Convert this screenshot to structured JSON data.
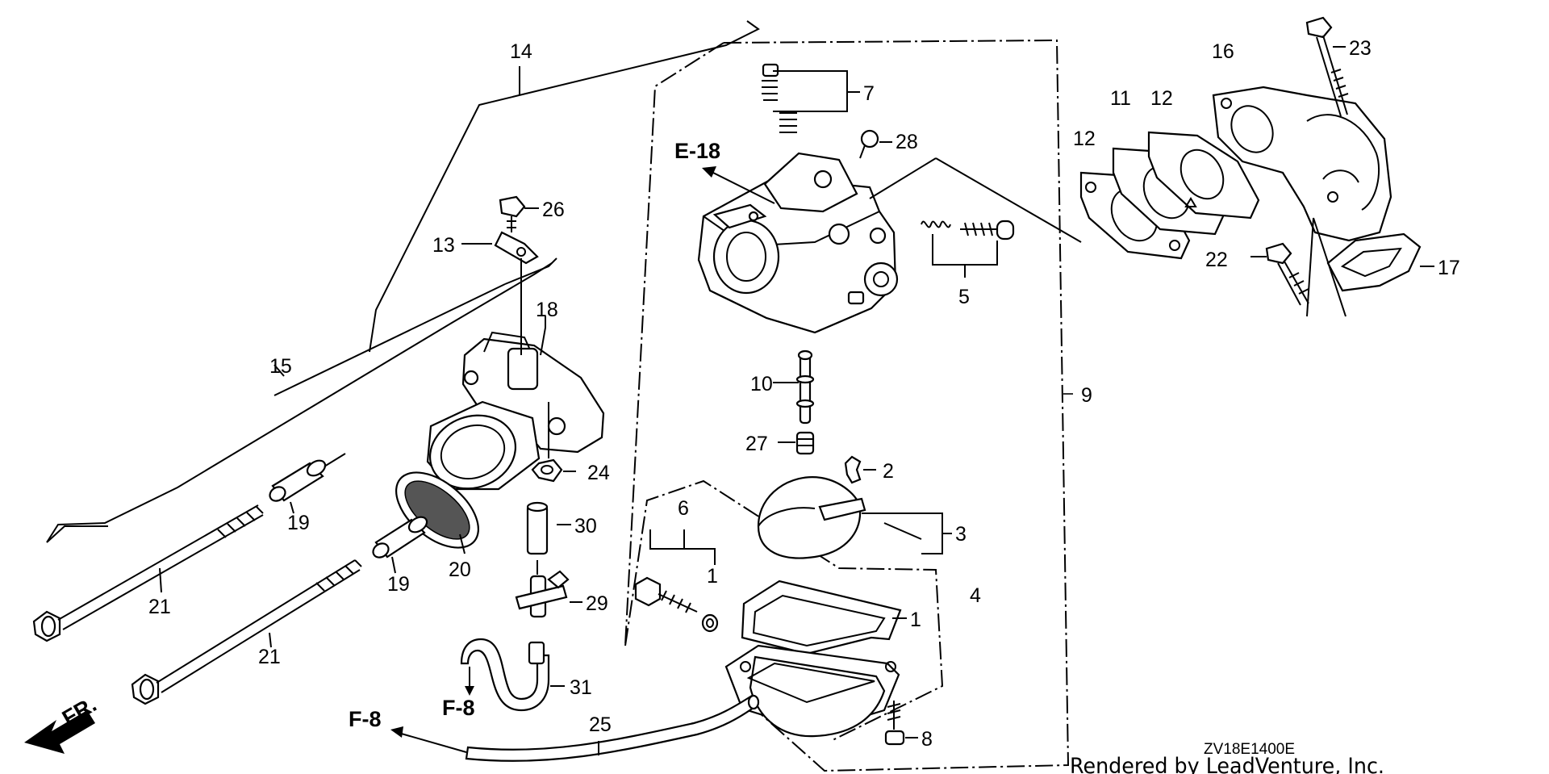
{
  "diagram": {
    "callouts": [
      {
        "id": "c14",
        "label": "14"
      },
      {
        "id": "c7",
        "label": "7"
      },
      {
        "id": "c28",
        "label": "28"
      },
      {
        "id": "c16",
        "label": "16"
      },
      {
        "id": "c23",
        "label": "23"
      },
      {
        "id": "c11",
        "label": "11"
      },
      {
        "id": "c12a",
        "label": "12"
      },
      {
        "id": "c12b",
        "label": "12"
      },
      {
        "id": "c26",
        "label": "26"
      },
      {
        "id": "c13",
        "label": "13"
      },
      {
        "id": "c18",
        "label": "18"
      },
      {
        "id": "c5",
        "label": "5"
      },
      {
        "id": "c22",
        "label": "22"
      },
      {
        "id": "c17",
        "label": "17"
      },
      {
        "id": "c15",
        "label": "15"
      },
      {
        "id": "c10",
        "label": "10"
      },
      {
        "id": "c9",
        "label": "9"
      },
      {
        "id": "c27",
        "label": "27"
      },
      {
        "id": "c2",
        "label": "2"
      },
      {
        "id": "c24",
        "label": "24"
      },
      {
        "id": "c6",
        "label": "6"
      },
      {
        "id": "c19a",
        "label": "19"
      },
      {
        "id": "c30",
        "label": "30"
      },
      {
        "id": "c3",
        "label": "3"
      },
      {
        "id": "c1a",
        "label": "1"
      },
      {
        "id": "c20",
        "label": "20"
      },
      {
        "id": "c19b",
        "label": "19"
      },
      {
        "id": "c4",
        "label": "4"
      },
      {
        "id": "c21a",
        "label": "21"
      },
      {
        "id": "c29",
        "label": "29"
      },
      {
        "id": "c1b",
        "label": "1"
      },
      {
        "id": "c21b",
        "label": "21"
      },
      {
        "id": "c31",
        "label": "31"
      },
      {
        "id": "c8",
        "label": "8"
      },
      {
        "id": "c25",
        "label": "25"
      }
    ],
    "references": [
      {
        "id": "e18",
        "label": "E-18"
      },
      {
        "id": "f8a",
        "label": "F-8"
      },
      {
        "id": "f8b",
        "label": "F-8"
      }
    ],
    "front_marker": "FR.",
    "drawing_code": "ZV18E1400E",
    "credit": "Rendered by LeadVenture, Inc."
  }
}
